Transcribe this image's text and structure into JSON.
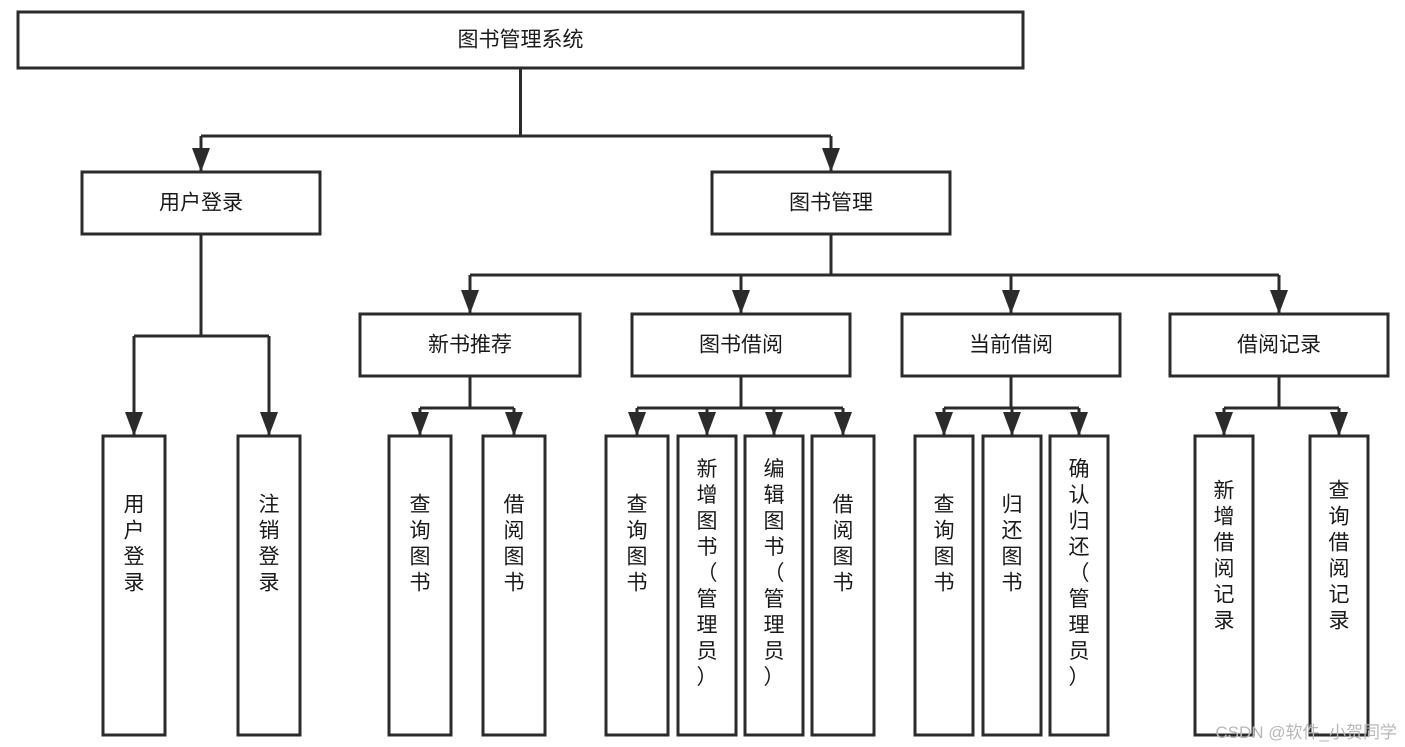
{
  "diagram": {
    "type": "tree-hierarchy",
    "title": "图书管理系统",
    "orientation": "top-down",
    "colors": {
      "box_fill": "#ffffff",
      "box_stroke": "#2b2b2b",
      "text": "#1a1a1a",
      "watermark": "#b8b8b8",
      "background": "#ffffff"
    },
    "root": {
      "id": "root",
      "label": "图书管理系统",
      "orientation": "horizontal"
    },
    "level1": [
      {
        "id": "user-login",
        "label": "用户登录",
        "orientation": "horizontal"
      },
      {
        "id": "book-management",
        "label": "图书管理",
        "orientation": "horizontal"
      }
    ],
    "level2": [
      {
        "id": "new-book-recommend",
        "label": "新书推荐",
        "parent": "book-management",
        "orientation": "horizontal"
      },
      {
        "id": "book-borrow",
        "label": "图书借阅",
        "parent": "book-management",
        "orientation": "horizontal"
      },
      {
        "id": "current-borrow",
        "label": "当前借阅",
        "parent": "book-management",
        "orientation": "horizontal"
      },
      {
        "id": "borrow-record",
        "label": "借阅记录",
        "parent": "book-management",
        "orientation": "horizontal"
      }
    ],
    "leaves": [
      {
        "id": "leaf-user-login",
        "label": "用户登录",
        "parent": "user-login",
        "orientation": "vertical"
      },
      {
        "id": "leaf-user-logout",
        "label": "注销登录",
        "parent": "user-login",
        "orientation": "vertical"
      },
      {
        "id": "leaf-query-book-1",
        "label": "查询图书",
        "parent": "new-book-recommend",
        "orientation": "vertical"
      },
      {
        "id": "leaf-borrow-book-1",
        "label": "借阅图书",
        "parent": "new-book-recommend",
        "orientation": "vertical"
      },
      {
        "id": "leaf-query-book-2",
        "label": "查询图书",
        "parent": "book-borrow",
        "orientation": "vertical"
      },
      {
        "id": "leaf-add-book",
        "label": "新增图书（管理员）",
        "parent": "book-borrow",
        "orientation": "vertical"
      },
      {
        "id": "leaf-edit-book",
        "label": "编辑图书（管理员）",
        "parent": "book-borrow",
        "orientation": "vertical"
      },
      {
        "id": "leaf-borrow-book-2",
        "label": "借阅图书",
        "parent": "book-borrow",
        "orientation": "vertical"
      },
      {
        "id": "leaf-query-book-3",
        "label": "查询图书",
        "parent": "current-borrow",
        "orientation": "vertical"
      },
      {
        "id": "leaf-return-book",
        "label": "归还图书",
        "parent": "current-borrow",
        "orientation": "vertical"
      },
      {
        "id": "leaf-confirm-return",
        "label": "确认归还（管理员）",
        "parent": "current-borrow",
        "orientation": "vertical"
      },
      {
        "id": "leaf-add-record",
        "label": "新增借阅记录",
        "parent": "borrow-record",
        "orientation": "vertical"
      },
      {
        "id": "leaf-query-record",
        "label": "查询借阅记录",
        "parent": "borrow-record",
        "orientation": "vertical"
      }
    ]
  },
  "watermark": {
    "text": "CSDN @软件_小贺同学"
  }
}
